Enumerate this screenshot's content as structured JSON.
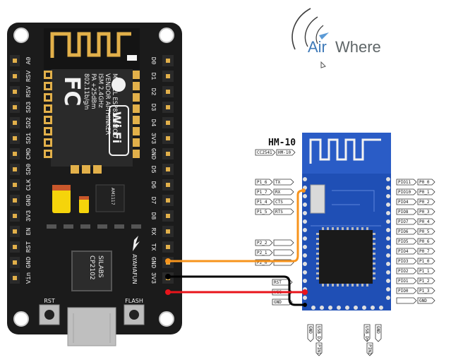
{
  "nodemcu": {
    "right_pins": [
      "D0",
      "D1",
      "D2",
      "D3",
      "D4",
      "3V3",
      "GND",
      "D5",
      "D6",
      "D7",
      "D8",
      "RX",
      "TX",
      "GND",
      "3V3"
    ],
    "left_pins": [
      "A0",
      "RSV",
      "RSV",
      "SD3",
      "SD2",
      "SD1",
      "CMD",
      "SD0",
      "CLK",
      "GND",
      "3V3",
      "EN",
      "RST",
      "GND",
      "Vin"
    ],
    "module_lines": [
      "MODEL",
      "VENDOR",
      "ISM",
      "PA",
      "802.11b/g/n"
    ],
    "module_values": [
      "ESP8266MOD",
      "AI-THINKER",
      "2.4GHz",
      "+25dBm",
      ""
    ],
    "wifi_text": "Wi Fi",
    "fcc_text": "FC",
    "usb_chip": [
      "SILABS",
      "CP2102"
    ],
    "regulator": "AM1117",
    "maker": "AYAHAFUN",
    "rst_label": "RST",
    "flash_label": "FLASH"
  },
  "airwhere": {
    "brand_a": "Air",
    "brand_b": "Where"
  },
  "hm10": {
    "title": "HM-10",
    "top_tags": [
      "CC2541",
      "HM-10"
    ],
    "left_tags": [
      [
        "P1_6",
        "TX"
      ],
      [
        "P1_7",
        "RX"
      ],
      [
        "P1_4",
        "CTS"
      ],
      [
        "P1_5",
        "RTS"
      ],
      [
        "P2_2",
        ""
      ],
      [
        "P2_1",
        ""
      ],
      [
        "P2_0",
        ""
      ]
    ],
    "right_tags": [
      [
        "PIO11",
        "P0_0"
      ],
      [
        "PIO10",
        "P0_1"
      ],
      [
        "PIO4",
        "P0_2"
      ],
      [
        "PIO8",
        "P0_3"
      ],
      [
        "PIO7",
        "P0_4"
      ],
      [
        "PIO6",
        "P0_5"
      ],
      [
        "PIO5",
        "P0_6"
      ],
      [
        "PIO4",
        "P0_7"
      ],
      [
        "PIO3",
        "P1_0"
      ],
      [
        "PIO2",
        "P1_1"
      ],
      [
        "PIO1",
        "P1_2"
      ],
      [
        "PIO0",
        "P1_3"
      ],
      [
        "",
        "GND"
      ]
    ],
    "bottom_left_tags": [
      "RST",
      "VCC",
      "GND"
    ],
    "bottom_tags": [
      "GND",
      "USB_D-",
      "USB_D+",
      "GND"
    ],
    "bottom_sub_tags": [
      "PIN1",
      "PIN2"
    ]
  },
  "wires": {
    "tx_color": "#f7941d",
    "gnd_color": "#000000",
    "vcc_color": "#e8141b"
  },
  "colors": {
    "board": "#1b1b1b",
    "gold": "#e2b04a",
    "hm10_blue": "#1f4fb5",
    "brand_blue": "#3f7ab8",
    "brand_gray": "#5f6668"
  }
}
